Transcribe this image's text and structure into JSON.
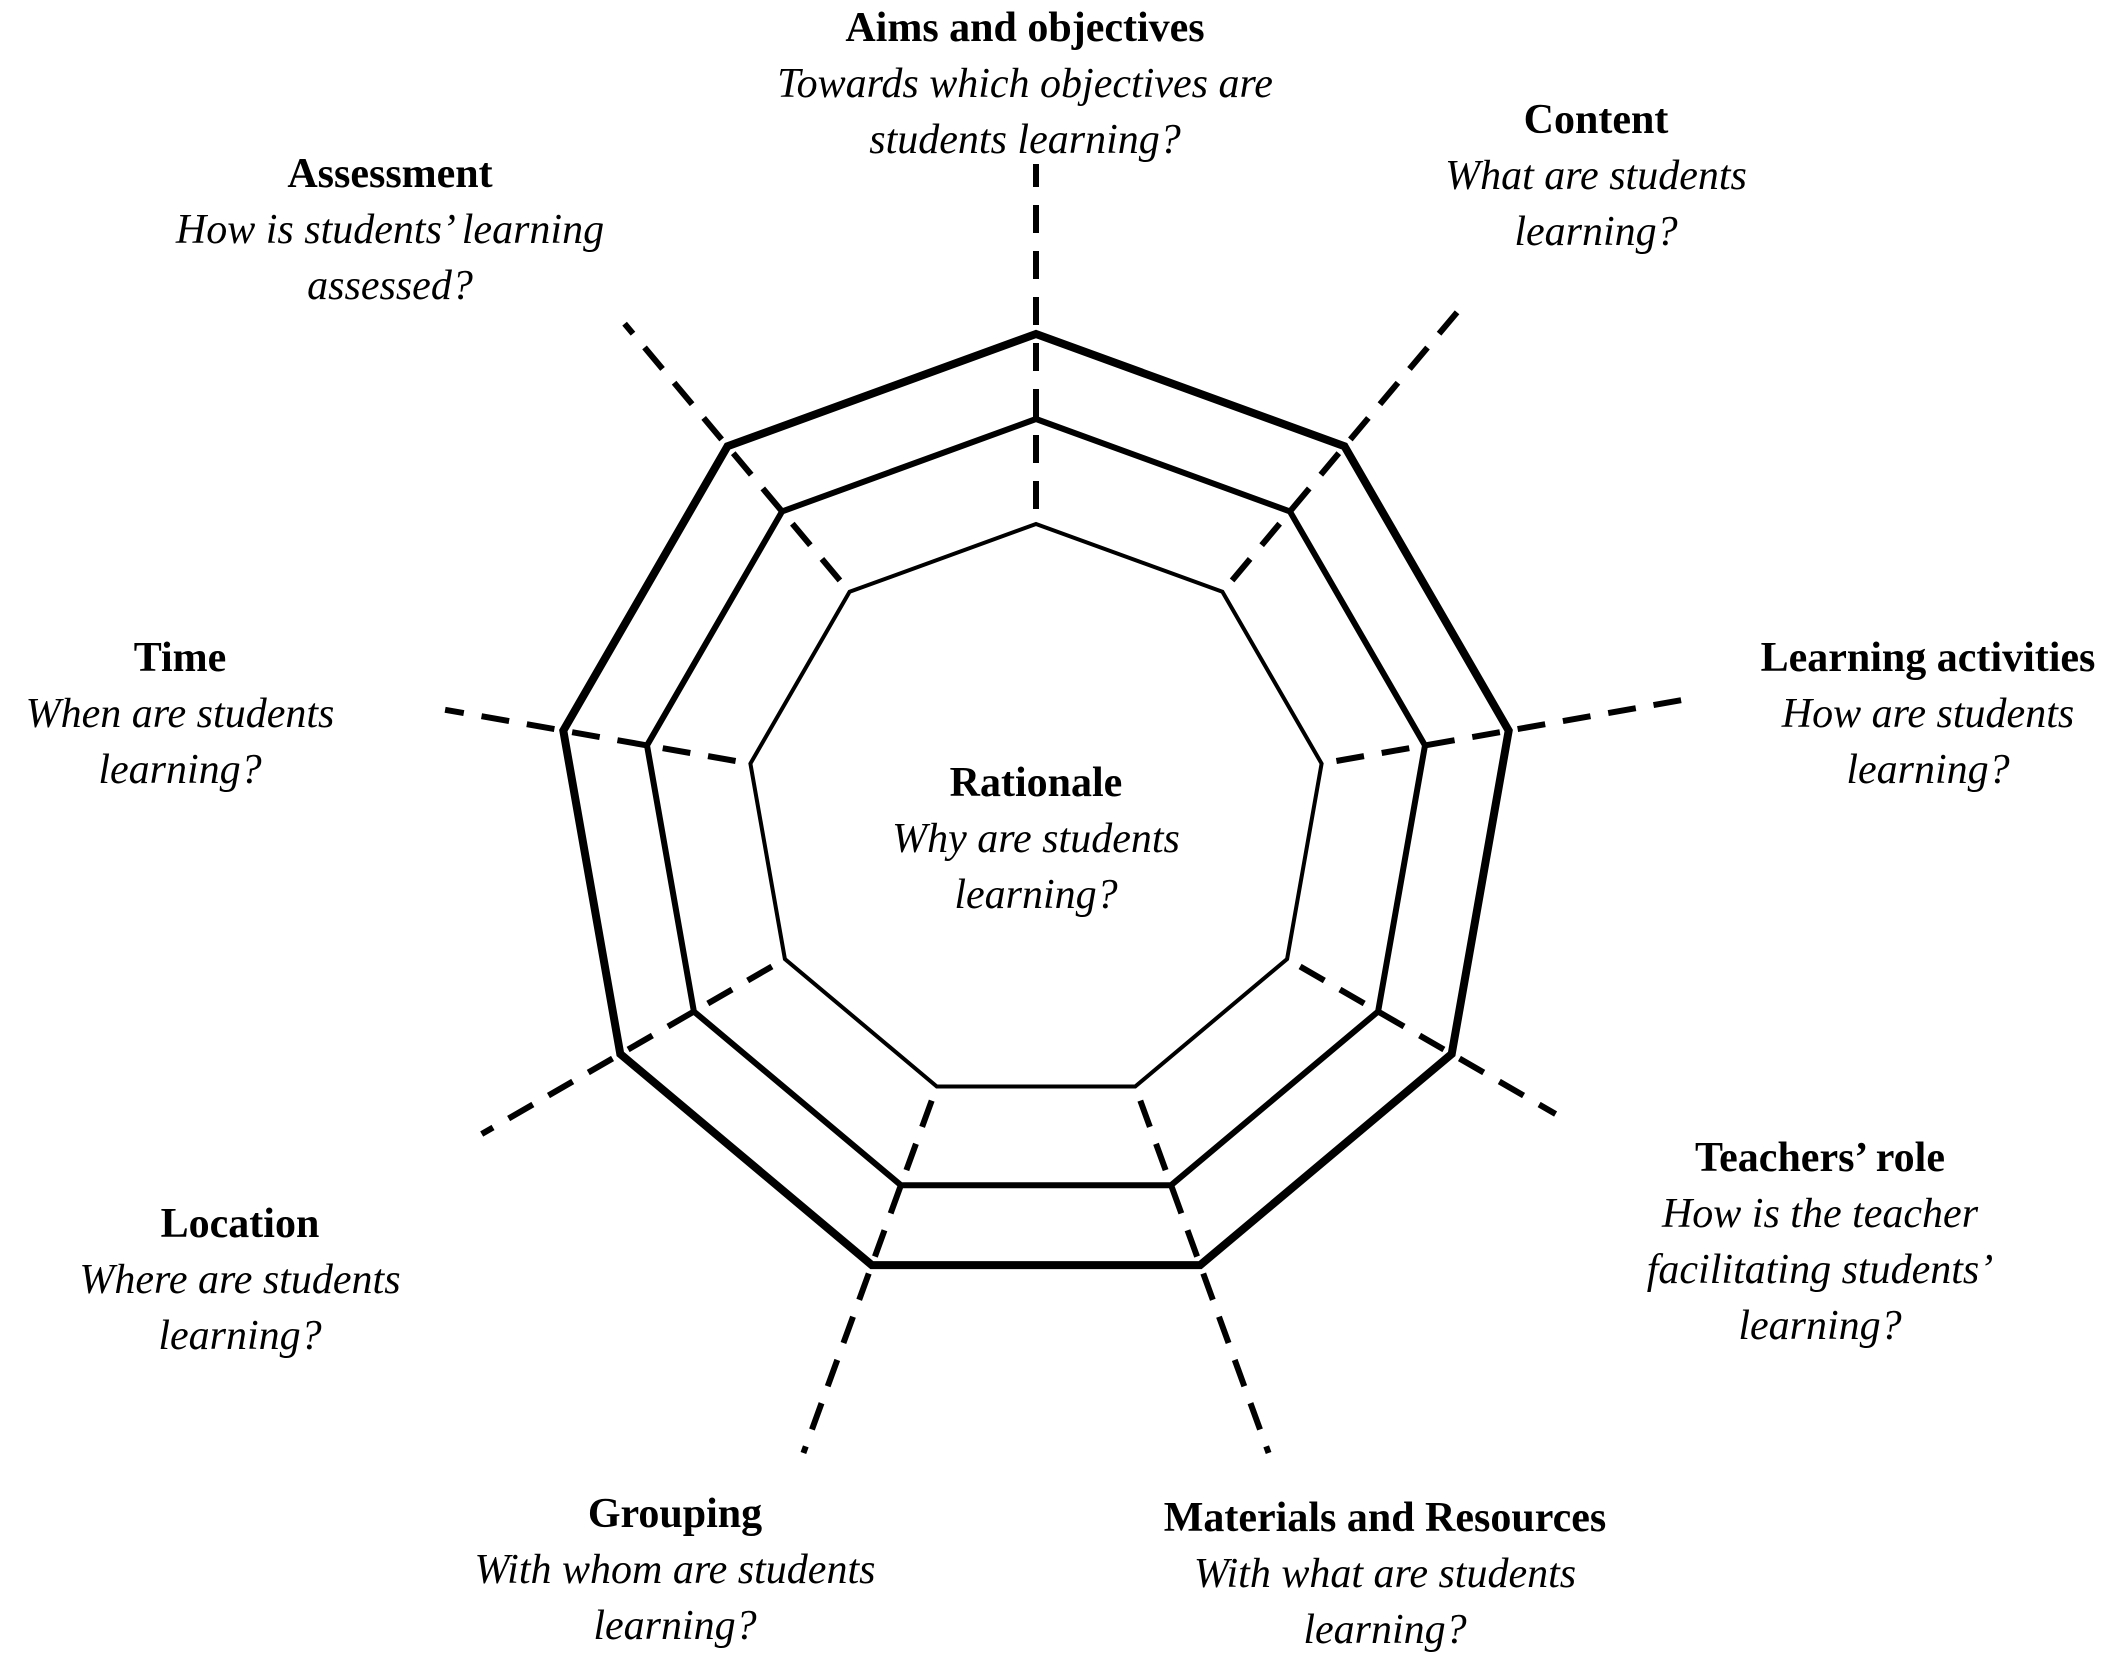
{
  "center": {
    "title": "Rationale",
    "question": [
      "Why are students",
      "learning?"
    ]
  },
  "components": [
    {
      "id": "aims",
      "title": "Aims and objectives",
      "question": [
        "Towards which objectives are",
        "students learning?"
      ]
    },
    {
      "id": "content",
      "title": "Content",
      "question": [
        "What are students",
        "learning?"
      ]
    },
    {
      "id": "learning-activities",
      "title": "Learning activities",
      "question": [
        "How are students",
        "learning?"
      ]
    },
    {
      "id": "teachers-role",
      "title": "Teachers’ role",
      "question": [
        "How is the teacher",
        "facilitating students’",
        "learning?"
      ]
    },
    {
      "id": "materials",
      "title": "Materials and Resources",
      "question": [
        "With what are students",
        "learning?"
      ]
    },
    {
      "id": "grouping",
      "title": "Grouping",
      "question": [
        "With whom are students",
        "learning?"
      ]
    },
    {
      "id": "location",
      "title": "Location",
      "question": [
        "Where are students",
        "learning?"
      ]
    },
    {
      "id": "time",
      "title": "Time",
      "question": [
        "When are students",
        "learning?"
      ]
    },
    {
      "id": "assessment",
      "title": "Assessment",
      "question": [
        "How is students’ learning",
        "assessed?"
      ]
    }
  ],
  "colors": {
    "stroke": "#000000",
    "background": "#ffffff"
  }
}
